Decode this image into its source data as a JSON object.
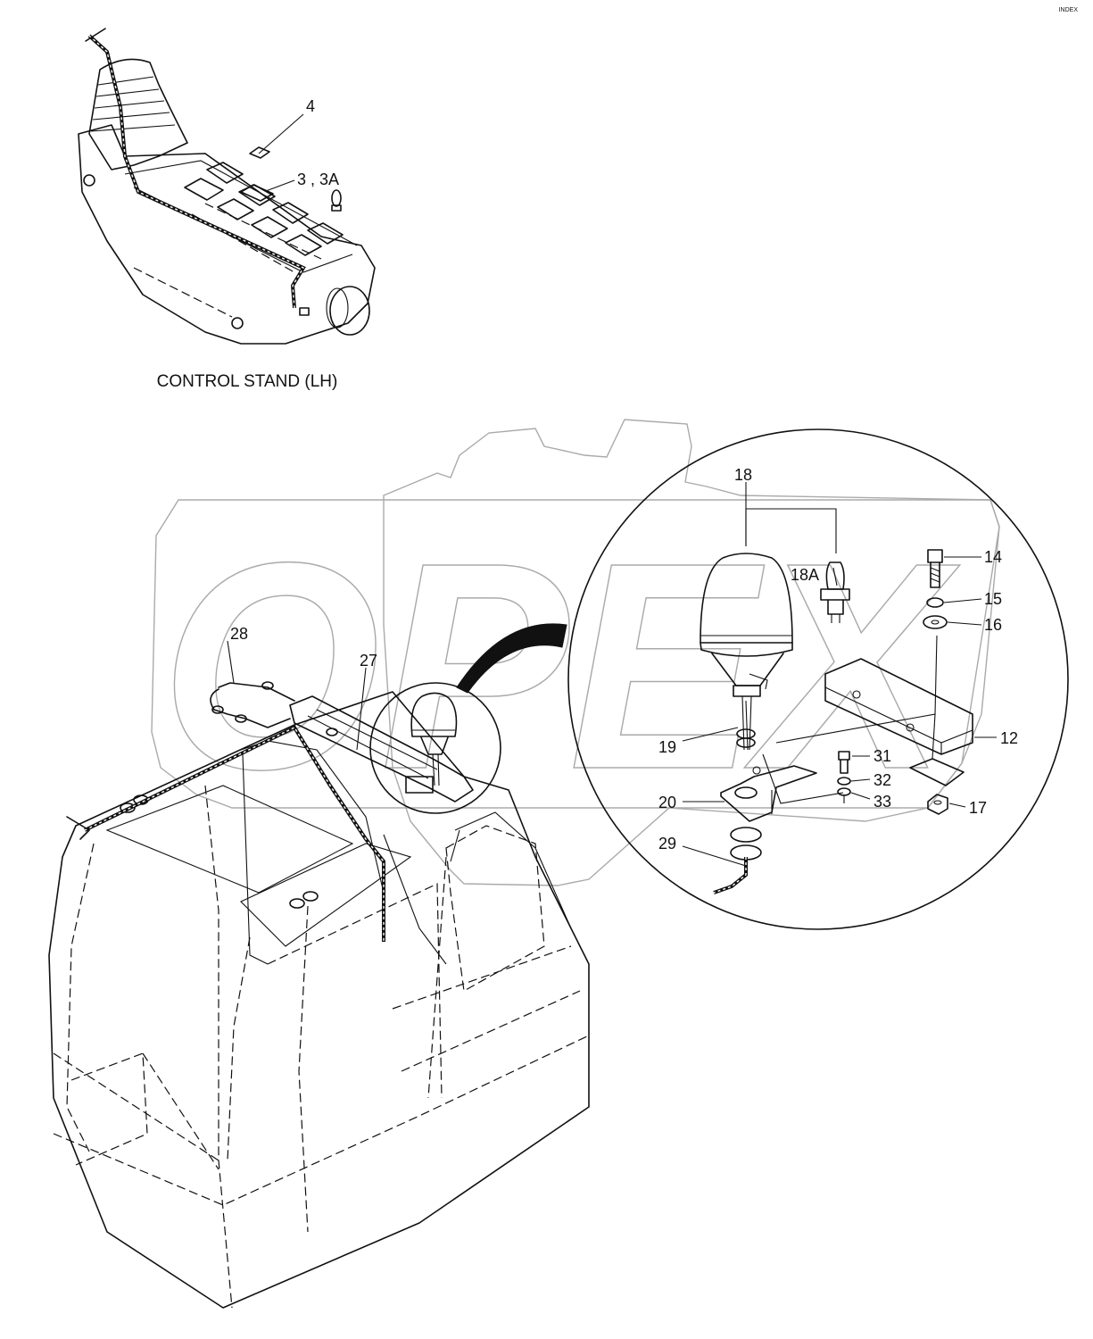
{
  "corner_mark": "INDEX",
  "inset_caption": "CONTROL STAND (LH)",
  "watermark_text": "OPEX",
  "callouts": {
    "c4": "4",
    "c3": "3 , 3A",
    "c18": "18",
    "c18a": "18A",
    "c14": "14",
    "c15": "15",
    "c16": "16",
    "c12": "12",
    "c19": "19",
    "c31": "31",
    "c32": "32",
    "c33": "33",
    "c20": "20",
    "c17": "17",
    "c29": "29",
    "c28": "28",
    "c27": "27"
  },
  "colors": {
    "line": "#111111",
    "watermark": "#aaaaaa",
    "background": "#ffffff"
  }
}
